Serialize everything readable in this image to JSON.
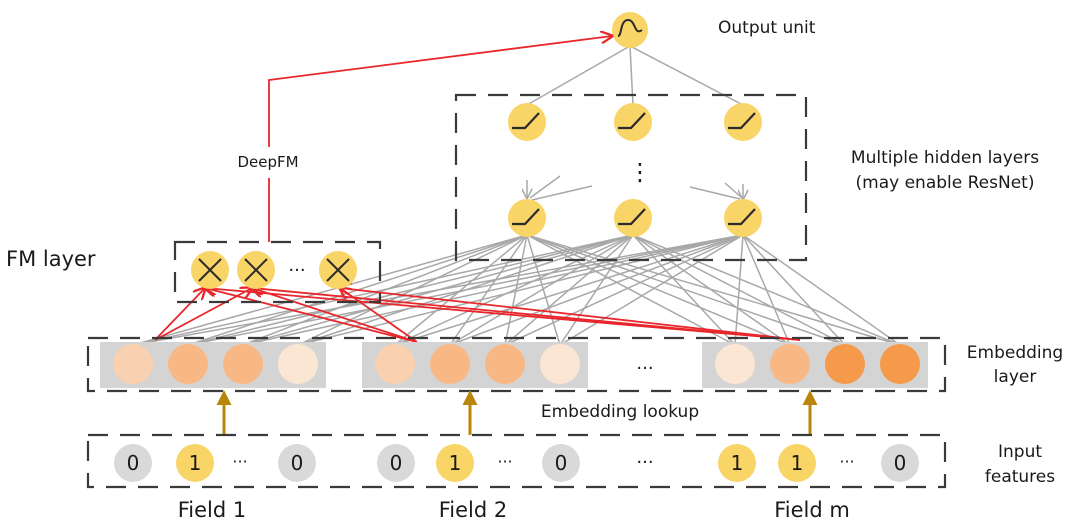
{
  "title": "DeepFM architecture",
  "labels": {
    "output_unit": "Output unit",
    "hidden_layers_line1": "Multiple hidden layers",
    "hidden_layers_line2": "(may enable ResNet)",
    "fm_layer": "FM layer",
    "deepfm": "DeepFM",
    "embedding_layer_line1": "Embedding",
    "embedding_layer_line2": "layer",
    "embedding_lookup": "Embedding lookup",
    "input_features_line1": "Input",
    "input_features_line2": "features",
    "ellipsis": "···",
    "vertical_ellipsis": "⋮"
  },
  "colors": {
    "node_yellow": "#f9d466",
    "node_gray": "#d9d9d9",
    "embedding_bg": "#d4d4d4",
    "connection_gray": "#a8a8a8",
    "fm_red": "#e8262b",
    "lookup_gold": "#b8860b"
  },
  "output_unit": {
    "icon": "sigmoid-icon"
  },
  "hidden_layers": {
    "rows": 2,
    "nodes_per_row": 3,
    "icon": "relu-icon"
  },
  "fm_layer": {
    "nodes": [
      "product",
      "product",
      "ellipsis",
      "product"
    ],
    "icon": "multiply-icon"
  },
  "fields": [
    {
      "name": "Field 1",
      "inputs": [
        "0",
        "1",
        "···",
        "0"
      ],
      "input_active": [
        false,
        true,
        null,
        false
      ],
      "embedding_colors": [
        "#fad1b0",
        "#f8b885",
        "#f8b885",
        "#fbe6d4"
      ]
    },
    {
      "name": "Field 2",
      "inputs": [
        "0",
        "1",
        "···",
        "0"
      ],
      "input_active": [
        false,
        true,
        null,
        false
      ],
      "embedding_colors": [
        "#fad1b0",
        "#f8b885",
        "#f8b885",
        "#fbe6d4"
      ]
    },
    {
      "name": "Field m",
      "inputs": [
        "1",
        "1",
        "···",
        "0"
      ],
      "input_active": [
        true,
        true,
        null,
        false
      ],
      "embedding_colors": [
        "#fbe6d4",
        "#f8b885",
        "#f59a4a",
        "#f59a4a"
      ]
    }
  ],
  "between_fields_ellipsis": "···"
}
